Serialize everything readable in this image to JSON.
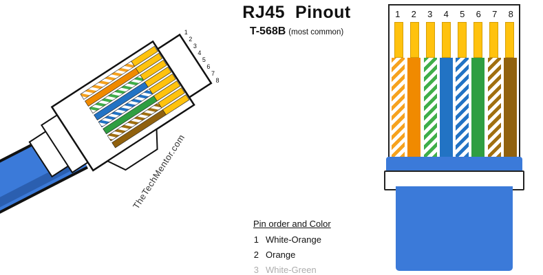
{
  "header": {
    "title": "RJ45  Pinout",
    "standard": "T-568B",
    "standard_note": "(most common)"
  },
  "watermark": "TheTechMentor.com",
  "pin_order": {
    "heading": "Pin order and Color",
    "items": [
      {
        "num": "1",
        "label": "White-Orange"
      },
      {
        "num": "2",
        "label": "Orange"
      },
      {
        "num": "3",
        "label": "White-Green"
      }
    ]
  },
  "wires": [
    {
      "num": "1",
      "name": "white-orange",
      "type": "striped",
      "color": "#F6A21E"
    },
    {
      "num": "2",
      "name": "orange",
      "type": "solid",
      "color": "#F08A00"
    },
    {
      "num": "3",
      "name": "white-green",
      "type": "striped",
      "color": "#3FAE49"
    },
    {
      "num": "4",
      "name": "blue",
      "type": "solid",
      "color": "#2273C4"
    },
    {
      "num": "5",
      "name": "white-blue",
      "type": "striped",
      "color": "#2273C4"
    },
    {
      "num": "6",
      "name": "green",
      "type": "solid",
      "color": "#2F9E41"
    },
    {
      "num": "7",
      "name": "white-brown",
      "type": "striped",
      "color": "#A06F10"
    },
    {
      "num": "8",
      "name": "brown",
      "type": "solid",
      "color": "#90610E"
    }
  ],
  "colors": {
    "gold": "#FFC20E",
    "cable_blue": "#3B7AD9",
    "cable_shadow": "#2B5FB0",
    "outline": "#111111"
  }
}
